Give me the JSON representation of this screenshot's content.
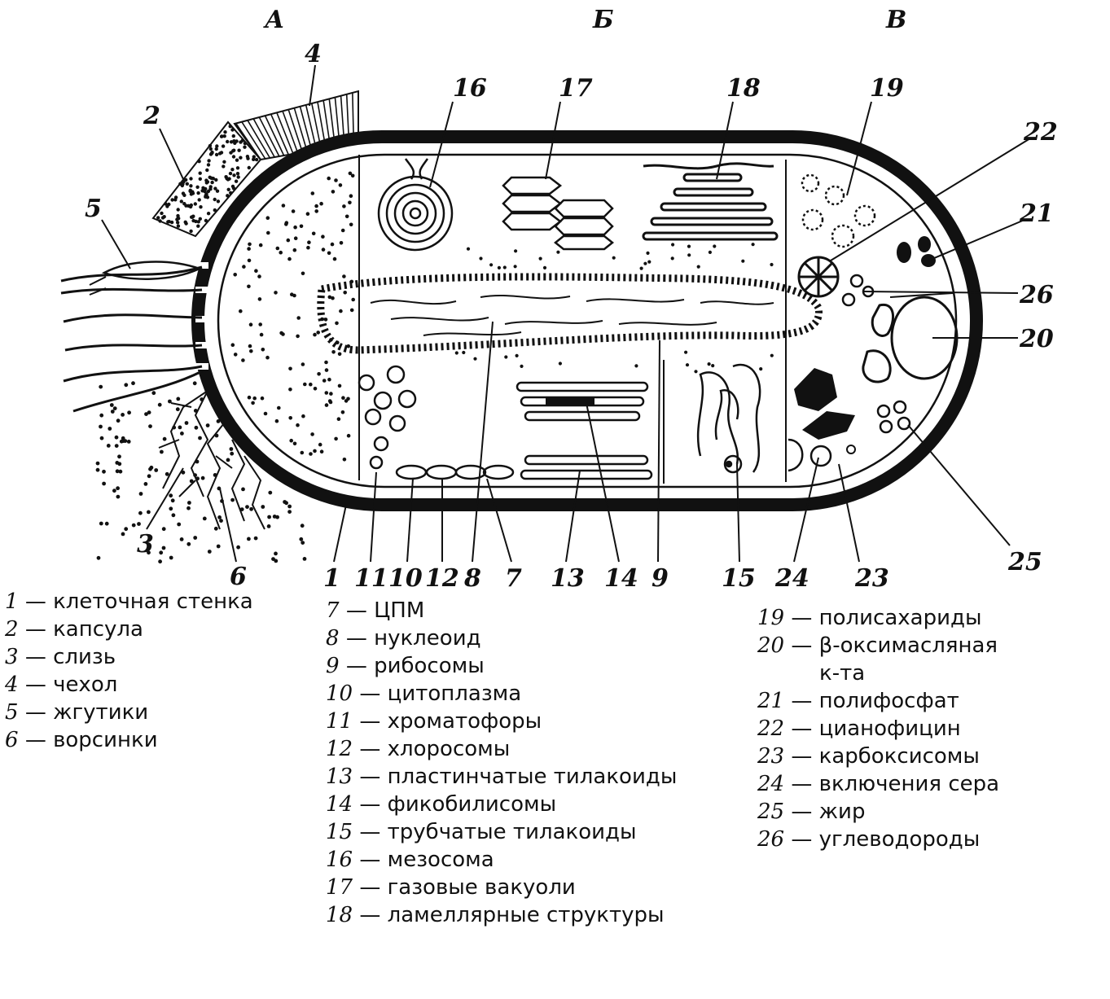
{
  "sections": [
    "А",
    "Б",
    "В"
  ],
  "callout_numbers": [
    "1",
    "2",
    "3",
    "4",
    "5",
    "6",
    "7",
    "8",
    "9",
    "10",
    "11",
    "12",
    "13",
    "14",
    "15",
    "16",
    "17",
    "18",
    "19",
    "20",
    "21",
    "22",
    "23",
    "24",
    "25",
    "26"
  ],
  "legend_col1": [
    {
      "n": "1",
      "t": "— клеточная стенка"
    },
    {
      "n": "2",
      "t": "— капсула"
    },
    {
      "n": "3",
      "t": "— слизь"
    },
    {
      "n": "4",
      "t": "— чехол"
    },
    {
      "n": "5",
      "t": "— жгутики"
    },
    {
      "n": "6",
      "t": "— ворсинки"
    }
  ],
  "legend_col2": [
    {
      "n": "7",
      "t": "— ЦПМ"
    },
    {
      "n": "8",
      "t": "— нуклеоид"
    },
    {
      "n": "9",
      "t": "— рибосомы"
    },
    {
      "n": "10",
      "t": "— цитоплазма"
    },
    {
      "n": "11",
      "t": "— хроматофоры"
    },
    {
      "n": "12",
      "t": "— хлоросомы"
    },
    {
      "n": "13",
      "t": "— пластинчатые тилакоиды"
    },
    {
      "n": "14",
      "t": "— фикобилисомы"
    },
    {
      "n": "15",
      "t": "— трубчатые тилакоиды"
    },
    {
      "n": "16",
      "t": "— мезосома"
    },
    {
      "n": "17",
      "t": "— газовые вакуоли"
    },
    {
      "n": "18",
      "t": "— ламеллярные структуры"
    }
  ],
  "legend_col3": [
    {
      "n": "19",
      "t": "— полисахариды"
    },
    {
      "n": "20",
      "t": "— β-оксимасляная"
    },
    {
      "n": "",
      "t": "к-та"
    },
    {
      "n": "21",
      "t": "— полифосфат"
    },
    {
      "n": "22",
      "t": "— цианофицин"
    },
    {
      "n": "23",
      "t": "— карбоксисомы"
    },
    {
      "n": "24",
      "t": "— включения сера"
    },
    {
      "n": "25",
      "t": "— жир"
    },
    {
      "n": "26",
      "t": "— углеводороды"
    }
  ]
}
